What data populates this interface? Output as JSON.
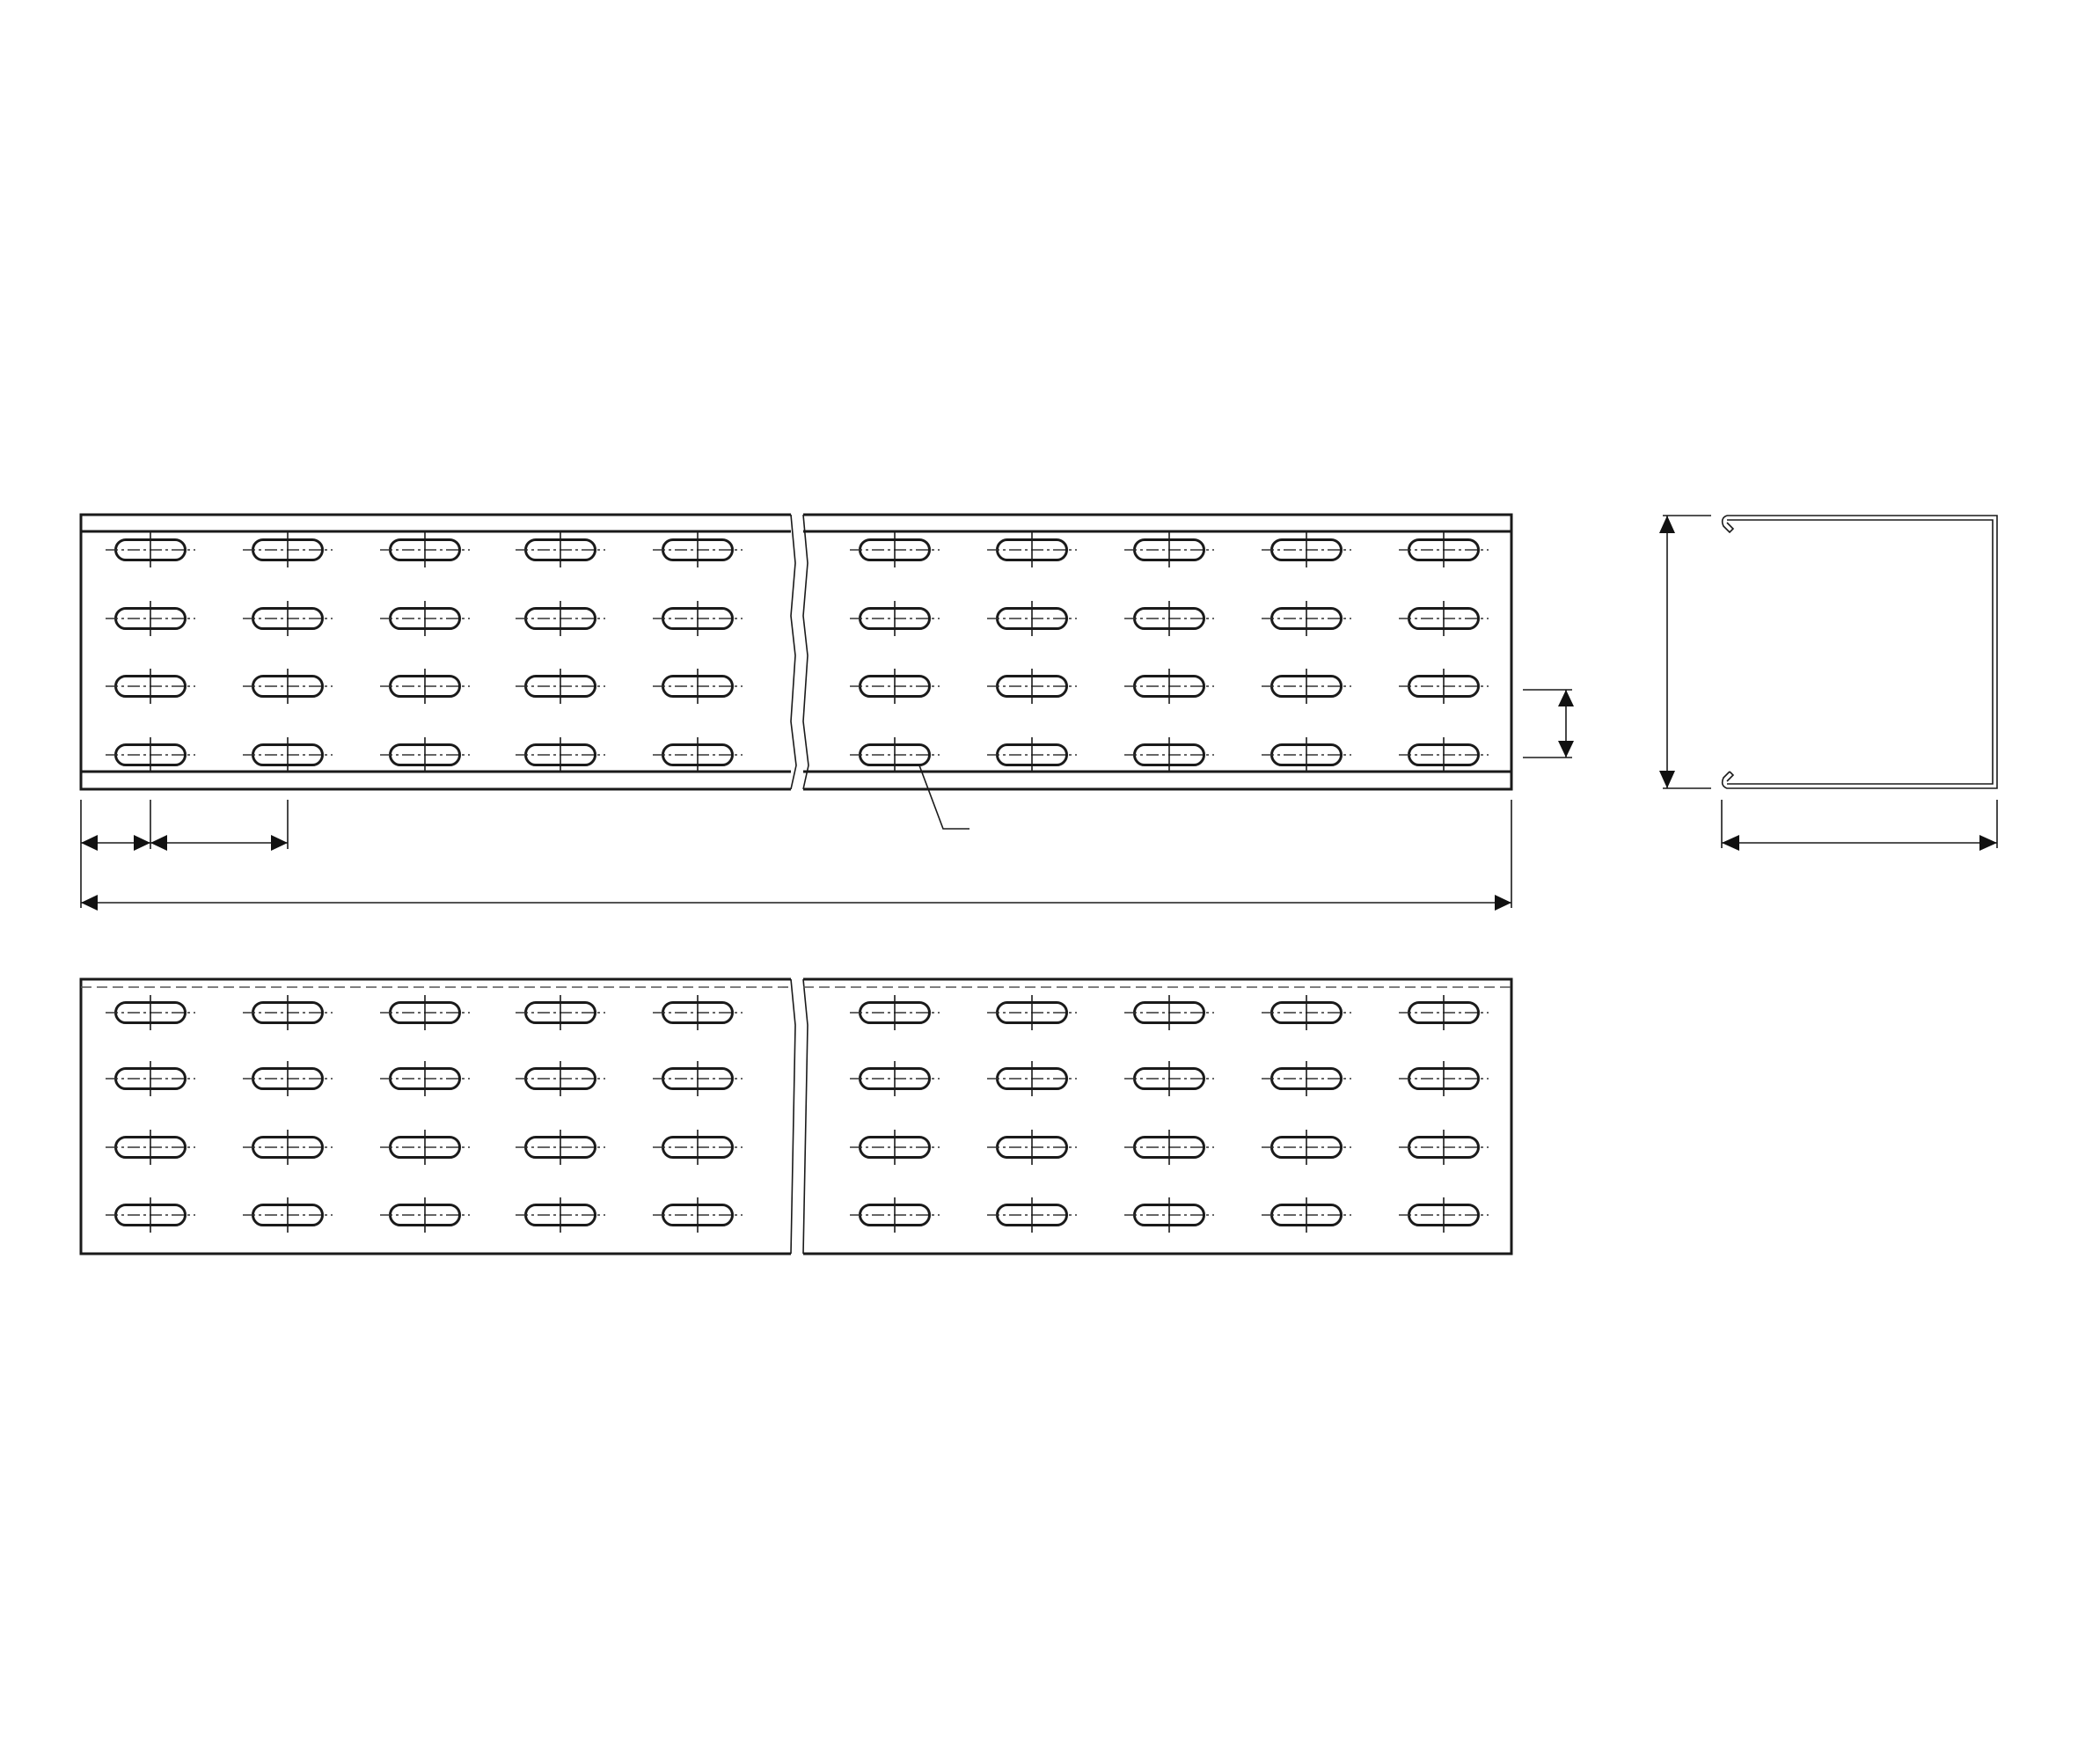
{
  "drawing": {
    "slot_rows": 4,
    "slot_columns_per_segment": 5,
    "segments": 2,
    "line_color": "#1a1a1a",
    "background": "#ffffff"
  }
}
